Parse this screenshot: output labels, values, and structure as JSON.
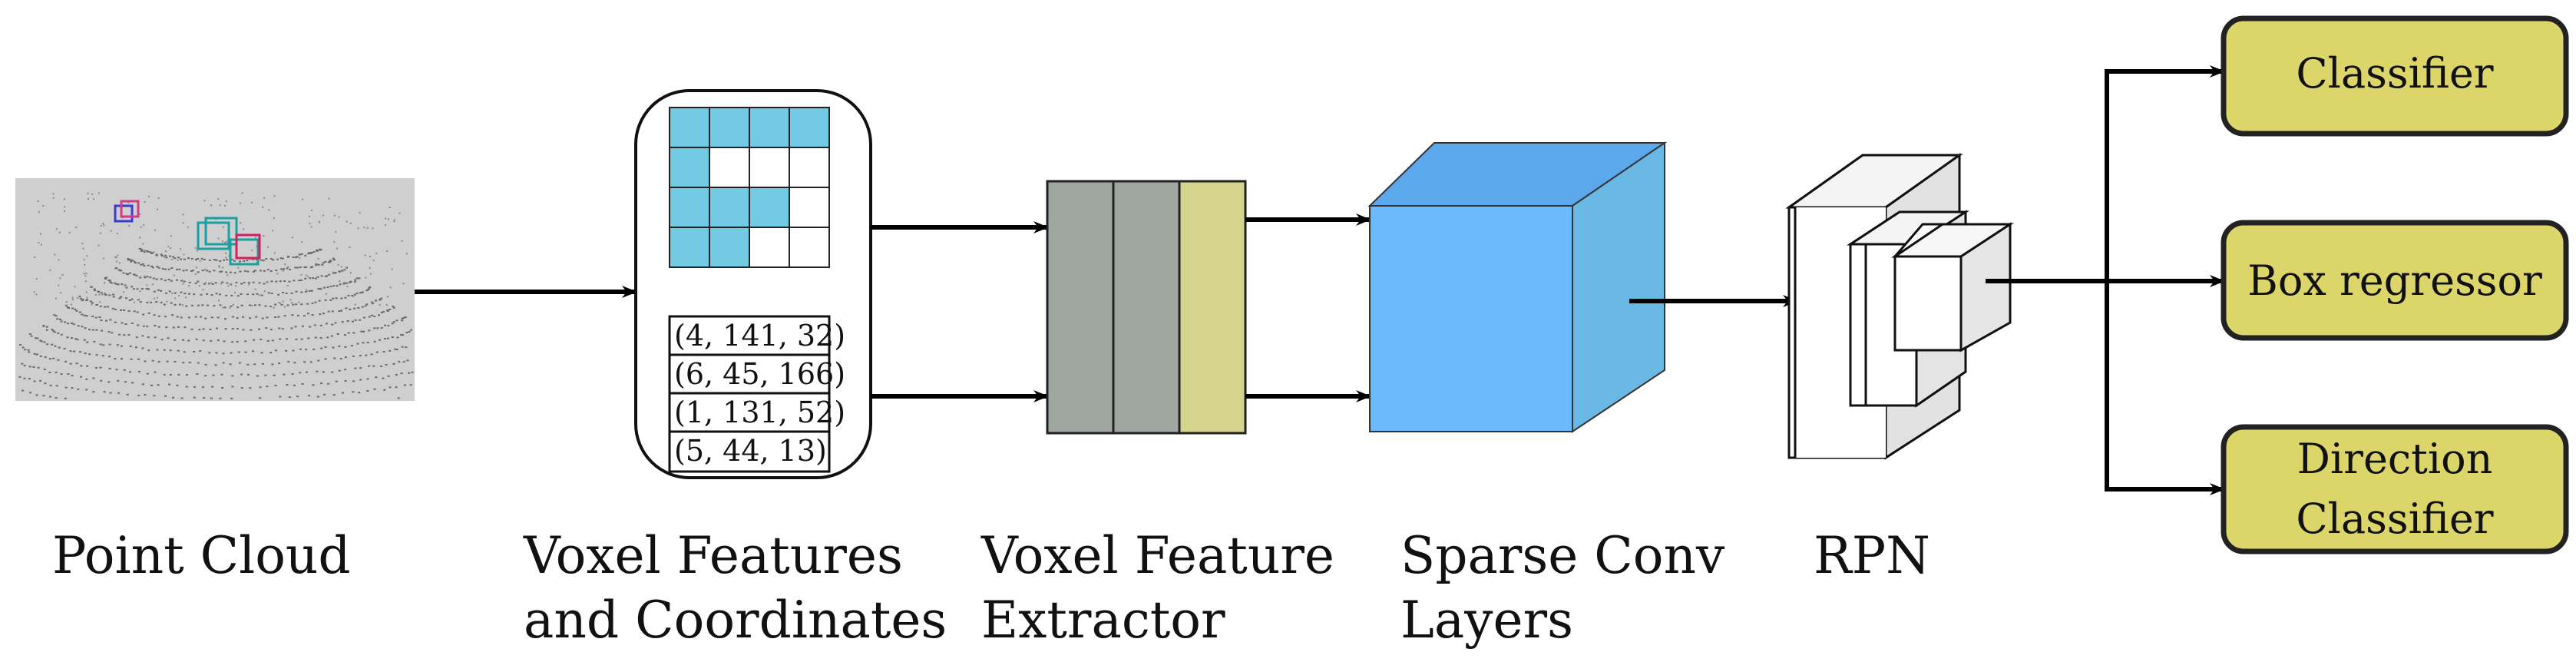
{
  "stages": {
    "point_cloud": {
      "label": "Point Cloud"
    },
    "voxel_features": {
      "label_line1": "Voxel Features",
      "label_line2": "and Coordinates",
      "grid": [
        [
          1,
          1,
          1,
          1
        ],
        [
          1,
          0,
          0,
          0
        ],
        [
          1,
          1,
          1,
          0
        ],
        [
          1,
          1,
          0,
          0
        ]
      ],
      "coordinates": [
        "(4, 141, 32)",
        "(6, 45, 166)",
        "(1, 131, 52)",
        "(5, 44, 13)"
      ]
    },
    "voxel_feature_extractor": {
      "label_line1": "Voxel Feature",
      "label_line2": "Extractor"
    },
    "sparse_conv": {
      "label_line1": "Sparse Conv",
      "label_line2": "Layers"
    },
    "rpn": {
      "label": "RPN"
    }
  },
  "outputs": {
    "classifier": "Classifier",
    "box_regressor": "Box regressor",
    "direction_line1": "Direction",
    "direction_line2": "Classifier"
  },
  "colors": {
    "grid_cell": "#72cbe3",
    "extractor_gray": "#9fa8a0",
    "extractor_yellow": "#d4d48e",
    "cube_front": "#6dbafb",
    "cube_top": "#5ba9ec",
    "cube_side": "#6ab8e4",
    "output_fill": "#dcd66a",
    "arrow": "#000000"
  }
}
